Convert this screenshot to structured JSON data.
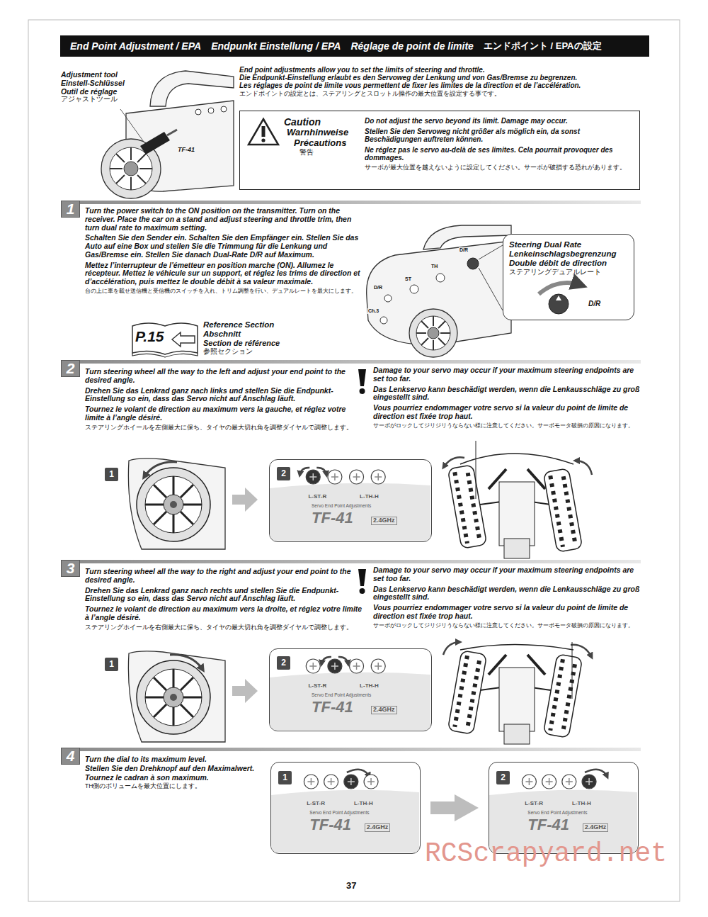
{
  "diagram": {
    "nodes": [
      {
        "text": [
          "End Point Adjustment / EPA",
          "Endpunkt Einstellung / EPA",
          "Réglage de point de limite",
          "エンドポイント / EPAの設定"
        ]
      },
      {
        "text": [
          "Caution",
          "Warnhinweise",
          "Précautions",
          "警告",
          "Do not adjust the servo beyond its limit. Damage may occur.",
          "Stellen Sie den Servoweg nicht größer als möglich ein, da sonst Beschädigungen auftreten können.",
          "Ne réglez pas le servo au-delà de ses limites. Cela pourrait provoquer des dommages.",
          "サーボが最大位置を越えないように設定してください。サーボが破損する恐れがあります。"
        ]
      },
      {
        "text": [
          "1"
        ]
      },
      {
        "text": [
          "P.15"
        ]
      },
      {
        "text": [
          "Steering Dual Rate",
          "Lenkeinschlagsbegrenzung",
          "Double débit de direction",
          "ステアリングデュアルレート"
        ]
      },
      {
        "text": [
          "2"
        ]
      },
      {
        "text": [
          "1"
        ]
      },
      {
        "text": [
          "L-ST-R",
          "L-TH-H",
          "Servo End Point Adjustments",
          "TF-41",
          "2.4GHz"
        ]
      },
      {
        "text": [
          "2"
        ],
        "in": 7
      },
      {
        "text": [
          "3"
        ]
      },
      {
        "text": [
          "1"
        ]
      },
      {
        "text": [
          "L-ST-R",
          "L-TH-H",
          "Servo End Point Adjustments",
          "TF-41",
          "2.4GHz"
        ]
      },
      {
        "text": [
          "2"
        ],
        "in": 11
      },
      {
        "text": [
          "4"
        ]
      },
      {
        "text": [
          "L-ST-R",
          "L-TH-H",
          "Servo End Point Adjustments",
          "TF-41",
          "2.4GHz"
        ]
      },
      {
        "text": [
          "1"
        ],
        "in": 14
      },
      {
        "text": [
          "L-ST-R",
          "L-TH-H",
          "Servo End Point Adjustments",
          "TF-41",
          "2.4GHz"
        ]
      },
      {
        "text": [
          "2"
        ],
        "in": 16
      }
    ],
    "edges": [
      {
        "from": 14,
        "to": 16,
        "arrow": "to"
      }
    ],
    "labels": [
      "Adjustment tool",
      "Einstell-Schlüssel",
      "Outil de réglage",
      "アジャストツール",
      "End point adjustments allow you to set the limits of steering and throttle.",
      "Die Endpunkt-Einstellung erlaubt es den Servoweg der Lenkung und von Gas/Bremse zu begrenzen.",
      "Les réglages de point de limite vous permettent de fixer les limites de la direction et de l’accélération.",
      "エンドポイントの設定とは、ステアリングとスロットル操作の最大位置を設定する事です。",
      "TF-41",
      "Turn the power switch to the ON position on the transmitter. Turn on the receiver. Place the car on a stand and adjust steering and throttle trim, then turn dual rate to maximum setting.",
      "Schalten Sie den Sender ein. Schalten Sie den Empfänger ein. Stellen Sie das Auto auf eine Box und stellen Sie die Trimmung für die Lenkung und Gas/Bremse ein. Stellen Sie danach Dual-Rate D/R auf Maximum.",
      "Mettez l’interrupteur de l’émetteur en position marche (ON). Allumez le récepteur. Mettez le véhicule sur un support, et réglez les trims de direction et d’accélération, puis mettez le double débit à sa valeur maximale.",
      "台の上に車を載せ送信機と受信機のスイッチを入れ、トリム調整を行い、デュアルレートを最大にします。",
      "Reference Section",
      "Abschnitt",
      "Section de référence",
      "参照セクション",
      "D/R",
      "TH",
      "ST",
      "D/R",
      "Ch.3",
      "D/R",
      "Turn steering wheel all the way to the left and adjust your end point to the desired angle.",
      "Drehen Sie das Lenkrad ganz nach links und stellen Sie die Endpunkt-Einstellung so ein, dass das Servo nicht auf Anschlag läuft.",
      "Tournez le volant de direction au maximum vers la gauche, et réglez votre limite à l’angle désiré.",
      "ステアリングホイールを左側最大に保ち、タイヤの最大切れ角を調整ダイヤルで調整します。",
      "Damage to your servo may occur if your maximum steering endpoints are set too far.",
      "Das Lenkservo kann beschädigt werden, wenn die Lenkausschläge zu groß eingestellt sind.",
      "Vous pourriez endommager votre servo si la valeur du point de limite de direction est fixée trop haut.",
      "サーボがロックしてジリジリうならない様に注意してください。サーボモータ破損の原因になります。",
      "Turn steering wheel all the way to the right and adjust your end point to the desired angle.",
      "Drehen Sie das Lenkrad ganz nach rechts und stellen Sie die Endpunkt-Einstellung so ein, dass das Servo nicht auf Anschlag läuft.",
      "Tournez le volant de direction au maximum vers la droite, et réglez votre limite à l’angle désiré.",
      "ステアリングホイールを右側最大に保ち、タイヤの最大切れ角を調整ダイヤルで調整します。",
      "Damage to your servo may occur if your maximum steering endpoints are set too far.",
      "Das Lenkservo kann beschädigt werden, wenn die Lenkausschläge zu groß eingestellt sind.",
      "Vous pourriez endommager votre servo si la valeur du point de limite de direction est fixée trop haut.",
      "サーボがロックしてジリジリうならない様に注意してください。サーボモータ破損の原因になります。",
      "Turn the dial to its maximum level.",
      "Stellen Sie den Drehknopf auf den Maximalwert.",
      "Tournez le cadran à son maximum.",
      "TH側のボリュームを最大位置にします。",
      "37",
      "RCScrapyard.net"
    ]
  }
}
